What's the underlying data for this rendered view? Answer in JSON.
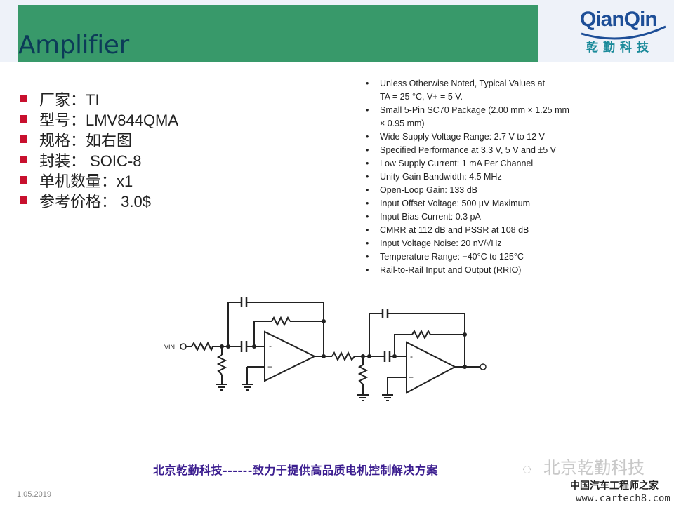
{
  "header": {
    "title": "Amplifier"
  },
  "logo": {
    "name": "QianQin",
    "cn": "乾勤科技"
  },
  "bullets": [
    "厂家：TI",
    "型号：LMV844QMA",
    "规格：如右图",
    "封装： SOIC-8",
    "单机数量：x1",
    "参考价格： 3.0$"
  ],
  "specs": [
    "Unless Otherwise Noted, Typical Values at",
    "TA = 25 °C, V+ = 5 V.",
    "Small 5-Pin SC70 Package (2.00 mm × 1.25 mm",
    "× 0.95 mm)",
    "Wide Supply Voltage Range: 2.7 V to 12 V",
    "Specified Performance at 3.3 V, 5 V and ±5 V",
    "Low Supply Current: 1 mA Per Channel",
    "Unity Gain Bandwidth: 4.5 MHz",
    "Open-Loop Gain: 133 dB",
    "Input Offset Voltage: 500 µV Maximum",
    "Input Bias Current: 0.3 pA",
    "CMRR at 112 dB and PSSR at 108 dB",
    "Input Voltage Noise: 20 nV/√Hz",
    "Temperature Range: −40°C to 125°C",
    "Rail-to-Rail Input and Output (RRIO)"
  ],
  "spec_bullet_flags": [
    true,
    false,
    true,
    false,
    true,
    true,
    true,
    true,
    true,
    true,
    true,
    true,
    true,
    true,
    true
  ],
  "circuit": {
    "vin_label": "VIN",
    "minus": "-",
    "plus": "+"
  },
  "footer": {
    "slogan": "北京乾勤科技------致力于提供高品质电机控制解决方案",
    "date": "1.05.2019",
    "watermark": "北京乾勤科技",
    "site_cn": "中国汽车工程师之家",
    "site_url": "www.cartech8.com"
  }
}
